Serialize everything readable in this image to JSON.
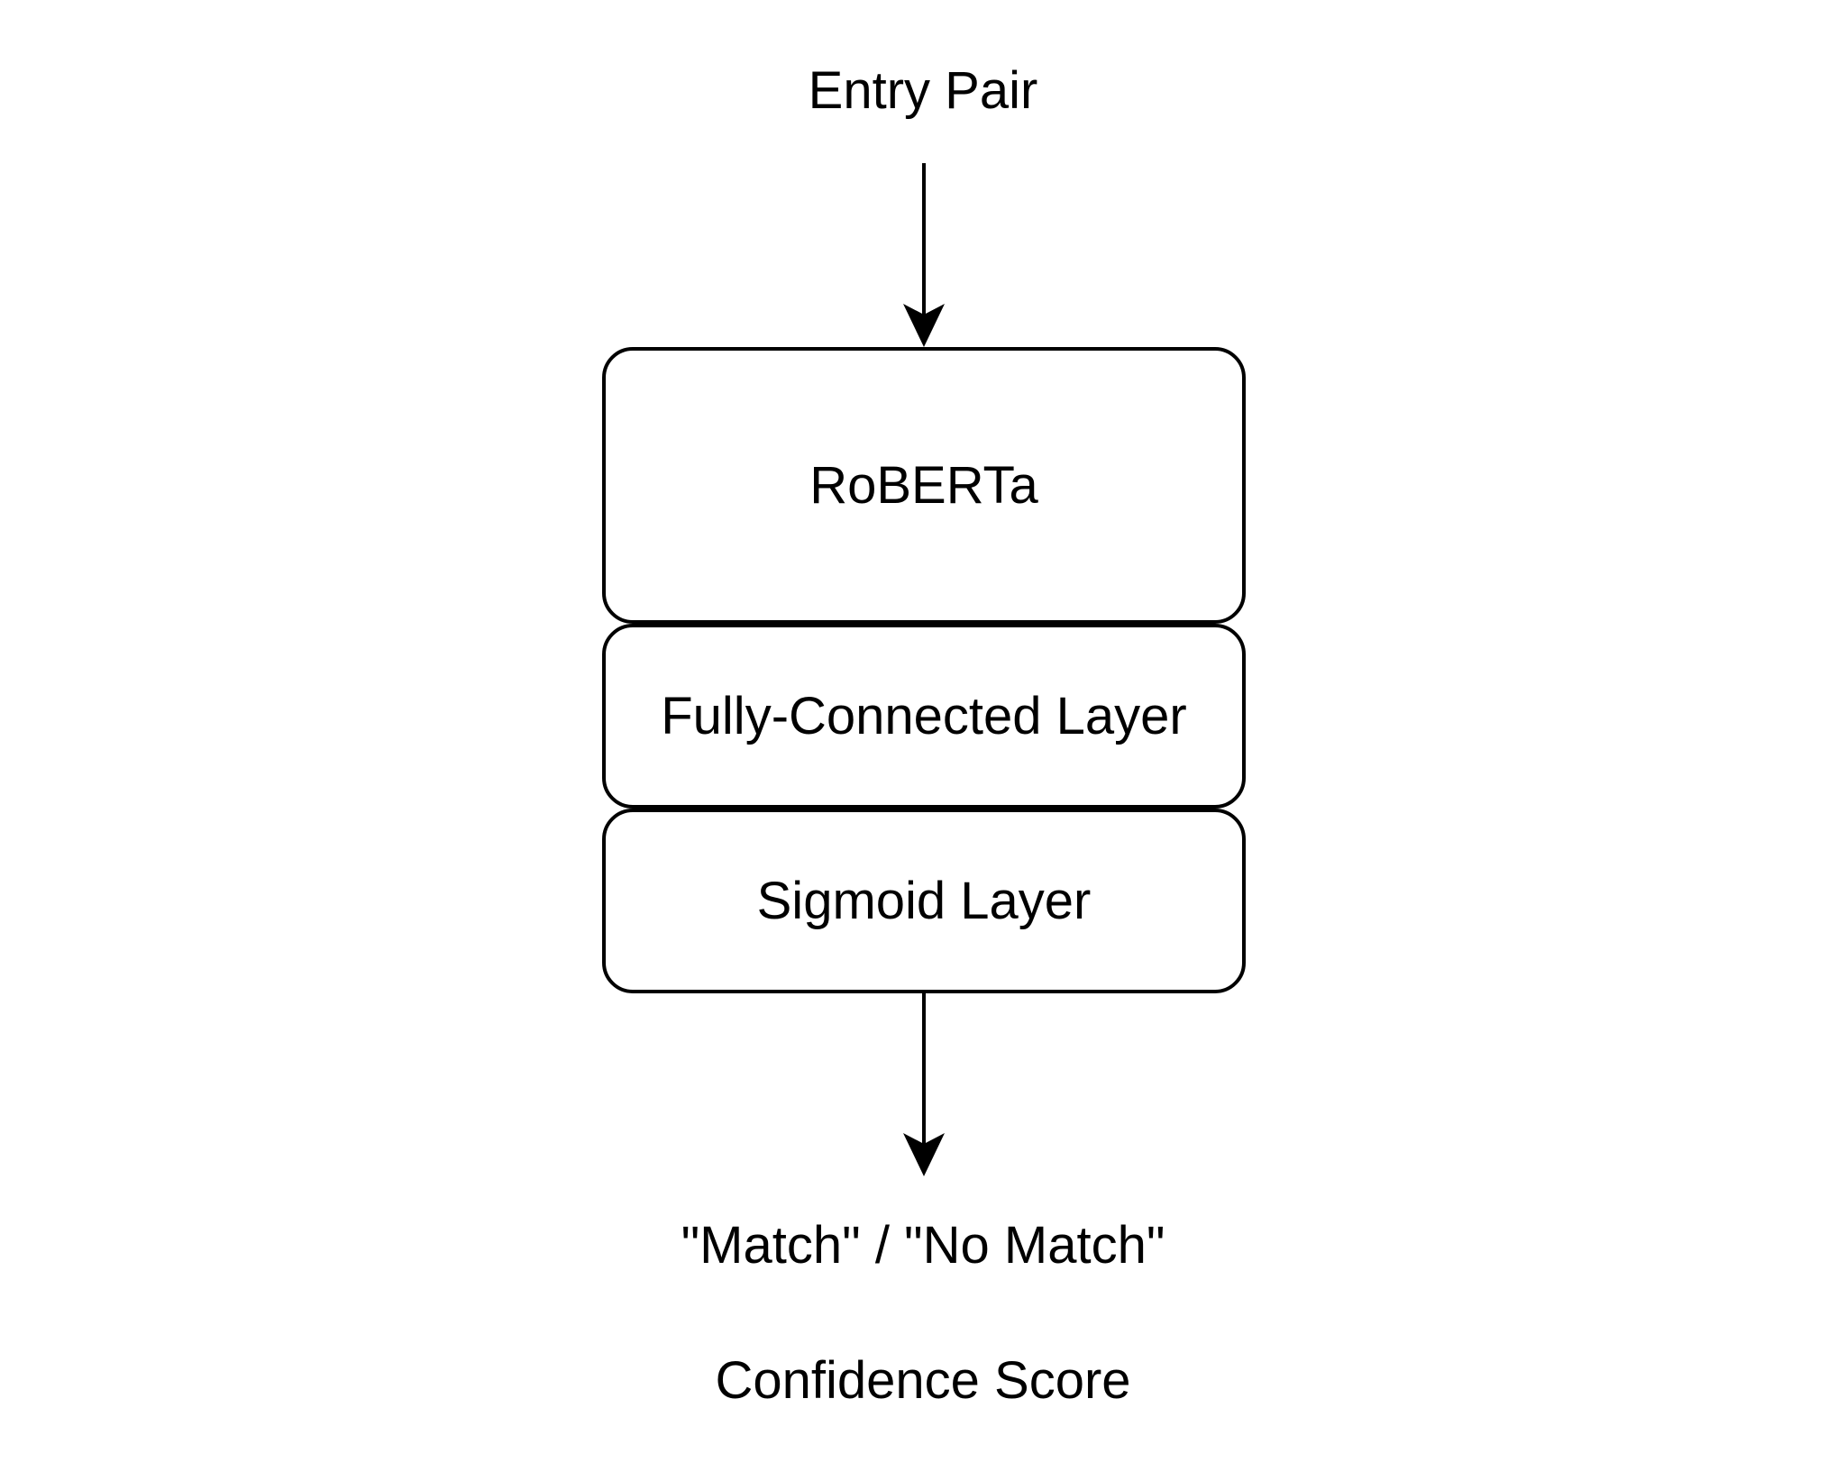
{
  "diagram": {
    "input_label": "Entry Pair",
    "layers": [
      {
        "label": "RoBERTa"
      },
      {
        "label": "Fully-Connected Layer"
      },
      {
        "label": "Sigmoid Layer"
      }
    ],
    "output_labels": [
      "\"Match\" / \"No Match\"",
      "Confidence Score"
    ],
    "stroke_color": "#000000",
    "background_color": "#ffffff"
  }
}
